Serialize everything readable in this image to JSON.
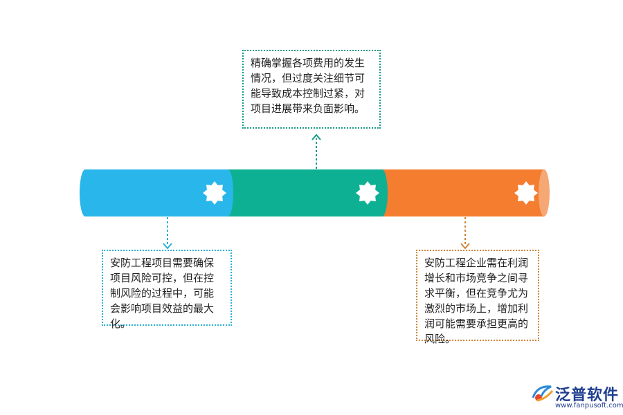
{
  "notes": {
    "top": "精确掌握各项费用的发生情况，但过度关注细节可能导致成本控制过紧，对项目进展带来负面影响。",
    "left": "安防工程项目需要确保项目风险可控，但在控制风险的过程中，可能会影响项目效益的最大化。",
    "right": "安防工程企业需在利润增长和市场竞争之间寻求平衡，但在竞争尤为激烈的市场上，增加利润可能需要承担更高的风险。"
  },
  "segments": [
    {
      "name": "segment-blue",
      "color": "#29b6ea",
      "icon": "gear-icon"
    },
    {
      "name": "segment-green",
      "color": "#0db093",
      "icon": "gear-icon"
    },
    {
      "name": "segment-orange",
      "color": "#f47d2f",
      "icon": "gear-icon"
    }
  ],
  "connector_colors": {
    "top": "#159a88",
    "left": "#2ab0d8",
    "right": "#d0843a"
  },
  "logo": {
    "name": "泛普软件",
    "url": "www.fanpusoft.com"
  }
}
